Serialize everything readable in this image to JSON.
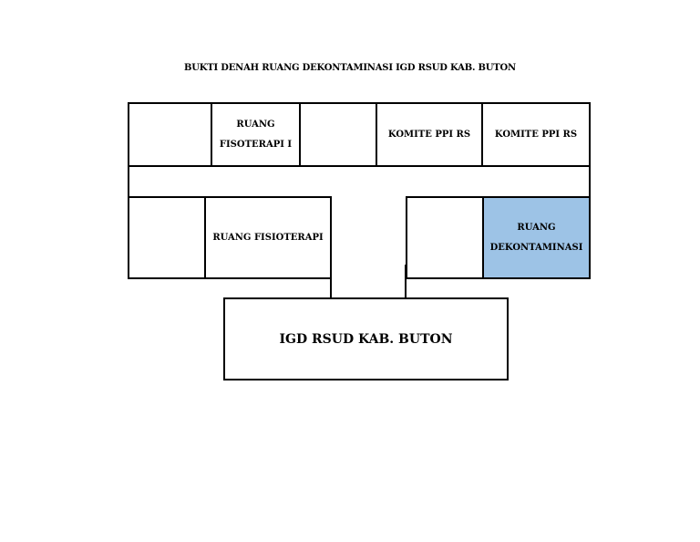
{
  "title": "BUKTI DENAH RUANG DEKONTAMINASI IGD RSUD KAB. BUTON",
  "rooms": {
    "fisioterapi_i": {
      "line1": "RUANG",
      "line2": "FISOTERAPI I"
    },
    "komite_ppi_1": {
      "label": "KOMITE PPI RS"
    },
    "komite_ppi_2": {
      "label": "KOMITE PPI RS"
    },
    "ruang_fisioterapi": {
      "label": "RUANG FISIOTERAPI"
    },
    "dekontaminasi": {
      "line1": "RUANG",
      "line2": "DEKONTAMINASI"
    },
    "igd": {
      "label": "IGD RSUD KAB. BUTON"
    }
  },
  "colors": {
    "highlight": "#9dc3e6",
    "line": "#000000"
  }
}
